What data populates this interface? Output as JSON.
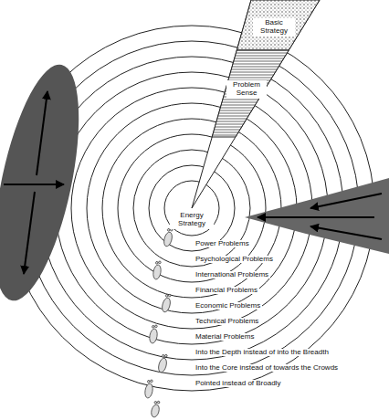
{
  "diagram": {
    "nodes": [
      {
        "text": [
          "Basic Strategy"
        ]
      },
      {
        "text": [
          "Problem Sense"
        ]
      },
      {
        "text": [
          "Energy Strategy"
        ]
      }
    ],
    "labels": [
      "Power Problems",
      "Psychological Problems",
      "International Problems",
      "Financial Problems",
      "Economic Problems",
      "Technical Problems",
      "Material Problems",
      "Into the Depth instead of into the Breadth",
      "Into the Core instead of towards the Crowds",
      "Pointed instead of Broadly"
    ]
  }
}
